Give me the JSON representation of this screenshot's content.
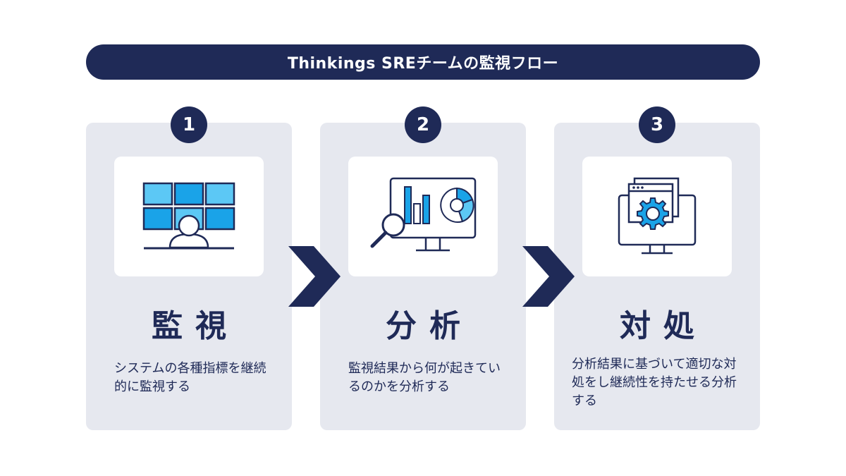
{
  "title": "Thinkings SREチームの監視フロー",
  "colors": {
    "navy": "#1f2a57",
    "card_bg": "#e6e8ef",
    "accent_blue": "#1aa3e8",
    "light_blue": "#5cc8f5"
  },
  "steps": [
    {
      "number": "1",
      "title": "監視",
      "description": "システムの各種指標を継続的に監視する",
      "icon": "monitoring-wall-icon"
    },
    {
      "number": "2",
      "title": "分析",
      "description": "監視結果から何が起きているのかを分析する",
      "icon": "analytics-monitor-icon"
    },
    {
      "number": "3",
      "title": "対処",
      "description": "分析結果に基づいて適切な対処をし継続性を持たせる分析する",
      "icon": "settings-monitor-icon"
    }
  ]
}
